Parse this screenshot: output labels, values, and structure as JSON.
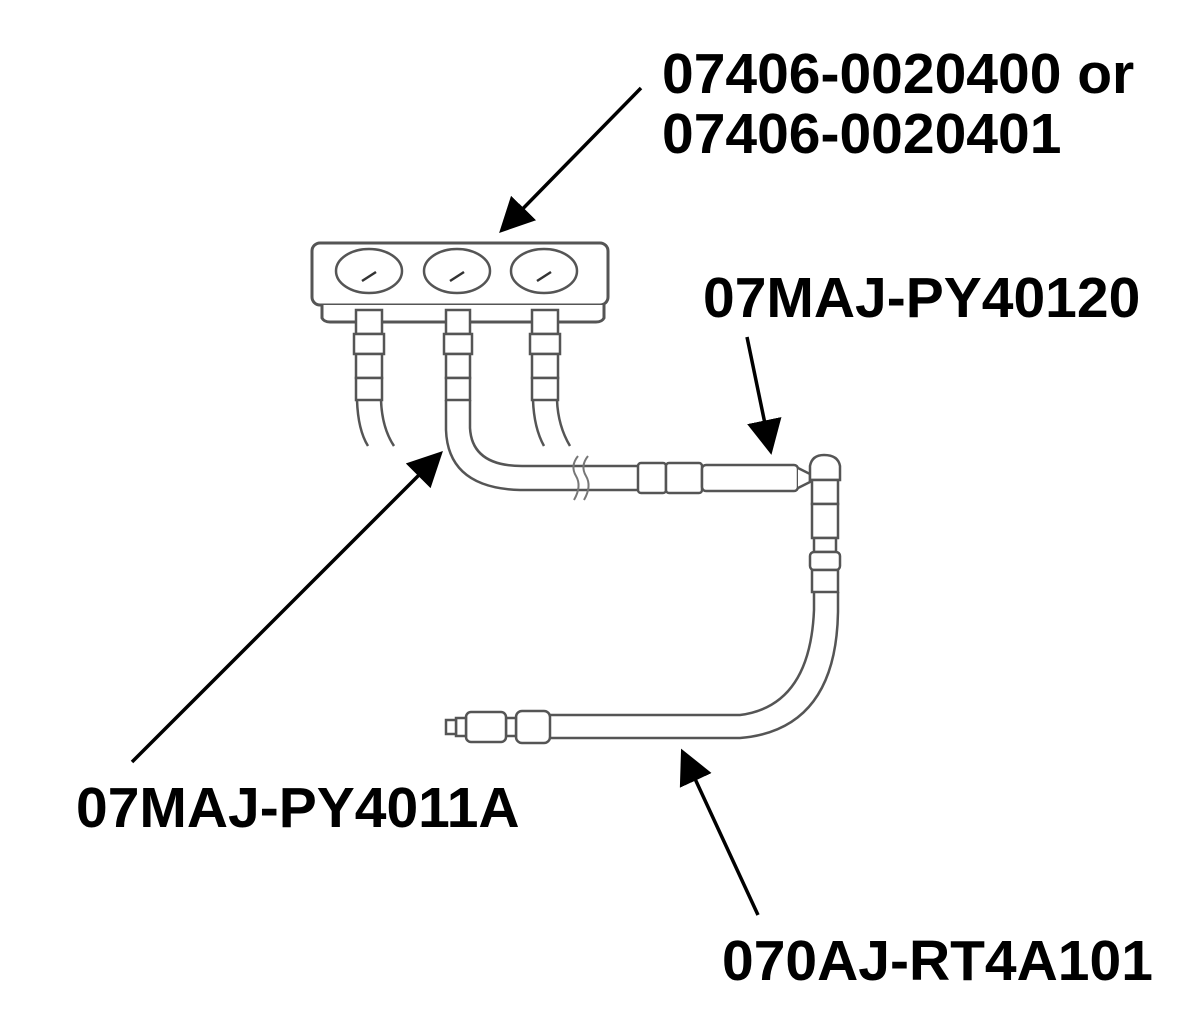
{
  "diagram": {
    "type": "parts-callout",
    "colors": {
      "background": "#ffffff",
      "text": "#000000",
      "line_art": "#555555",
      "arrow": "#000000"
    },
    "labels": {
      "gauge_set": {
        "line1": "07406-0020400 or",
        "line2": "07406-0020401"
      },
      "adapter": "07MAJ-PY40120",
      "hose_a": "07MAJ-PY4011A",
      "hose_b": "070AJ-RT4A101"
    },
    "components": [
      {
        "id": "gauge_set",
        "description": "Triple gauge manifold",
        "gauges": 3
      },
      {
        "id": "hose_a",
        "description": "Center gauge hose"
      },
      {
        "id": "adapter",
        "description": "Inline adapter with elbow"
      },
      {
        "id": "hose_b",
        "description": "Curved hose with threaded end fitting"
      }
    ]
  }
}
